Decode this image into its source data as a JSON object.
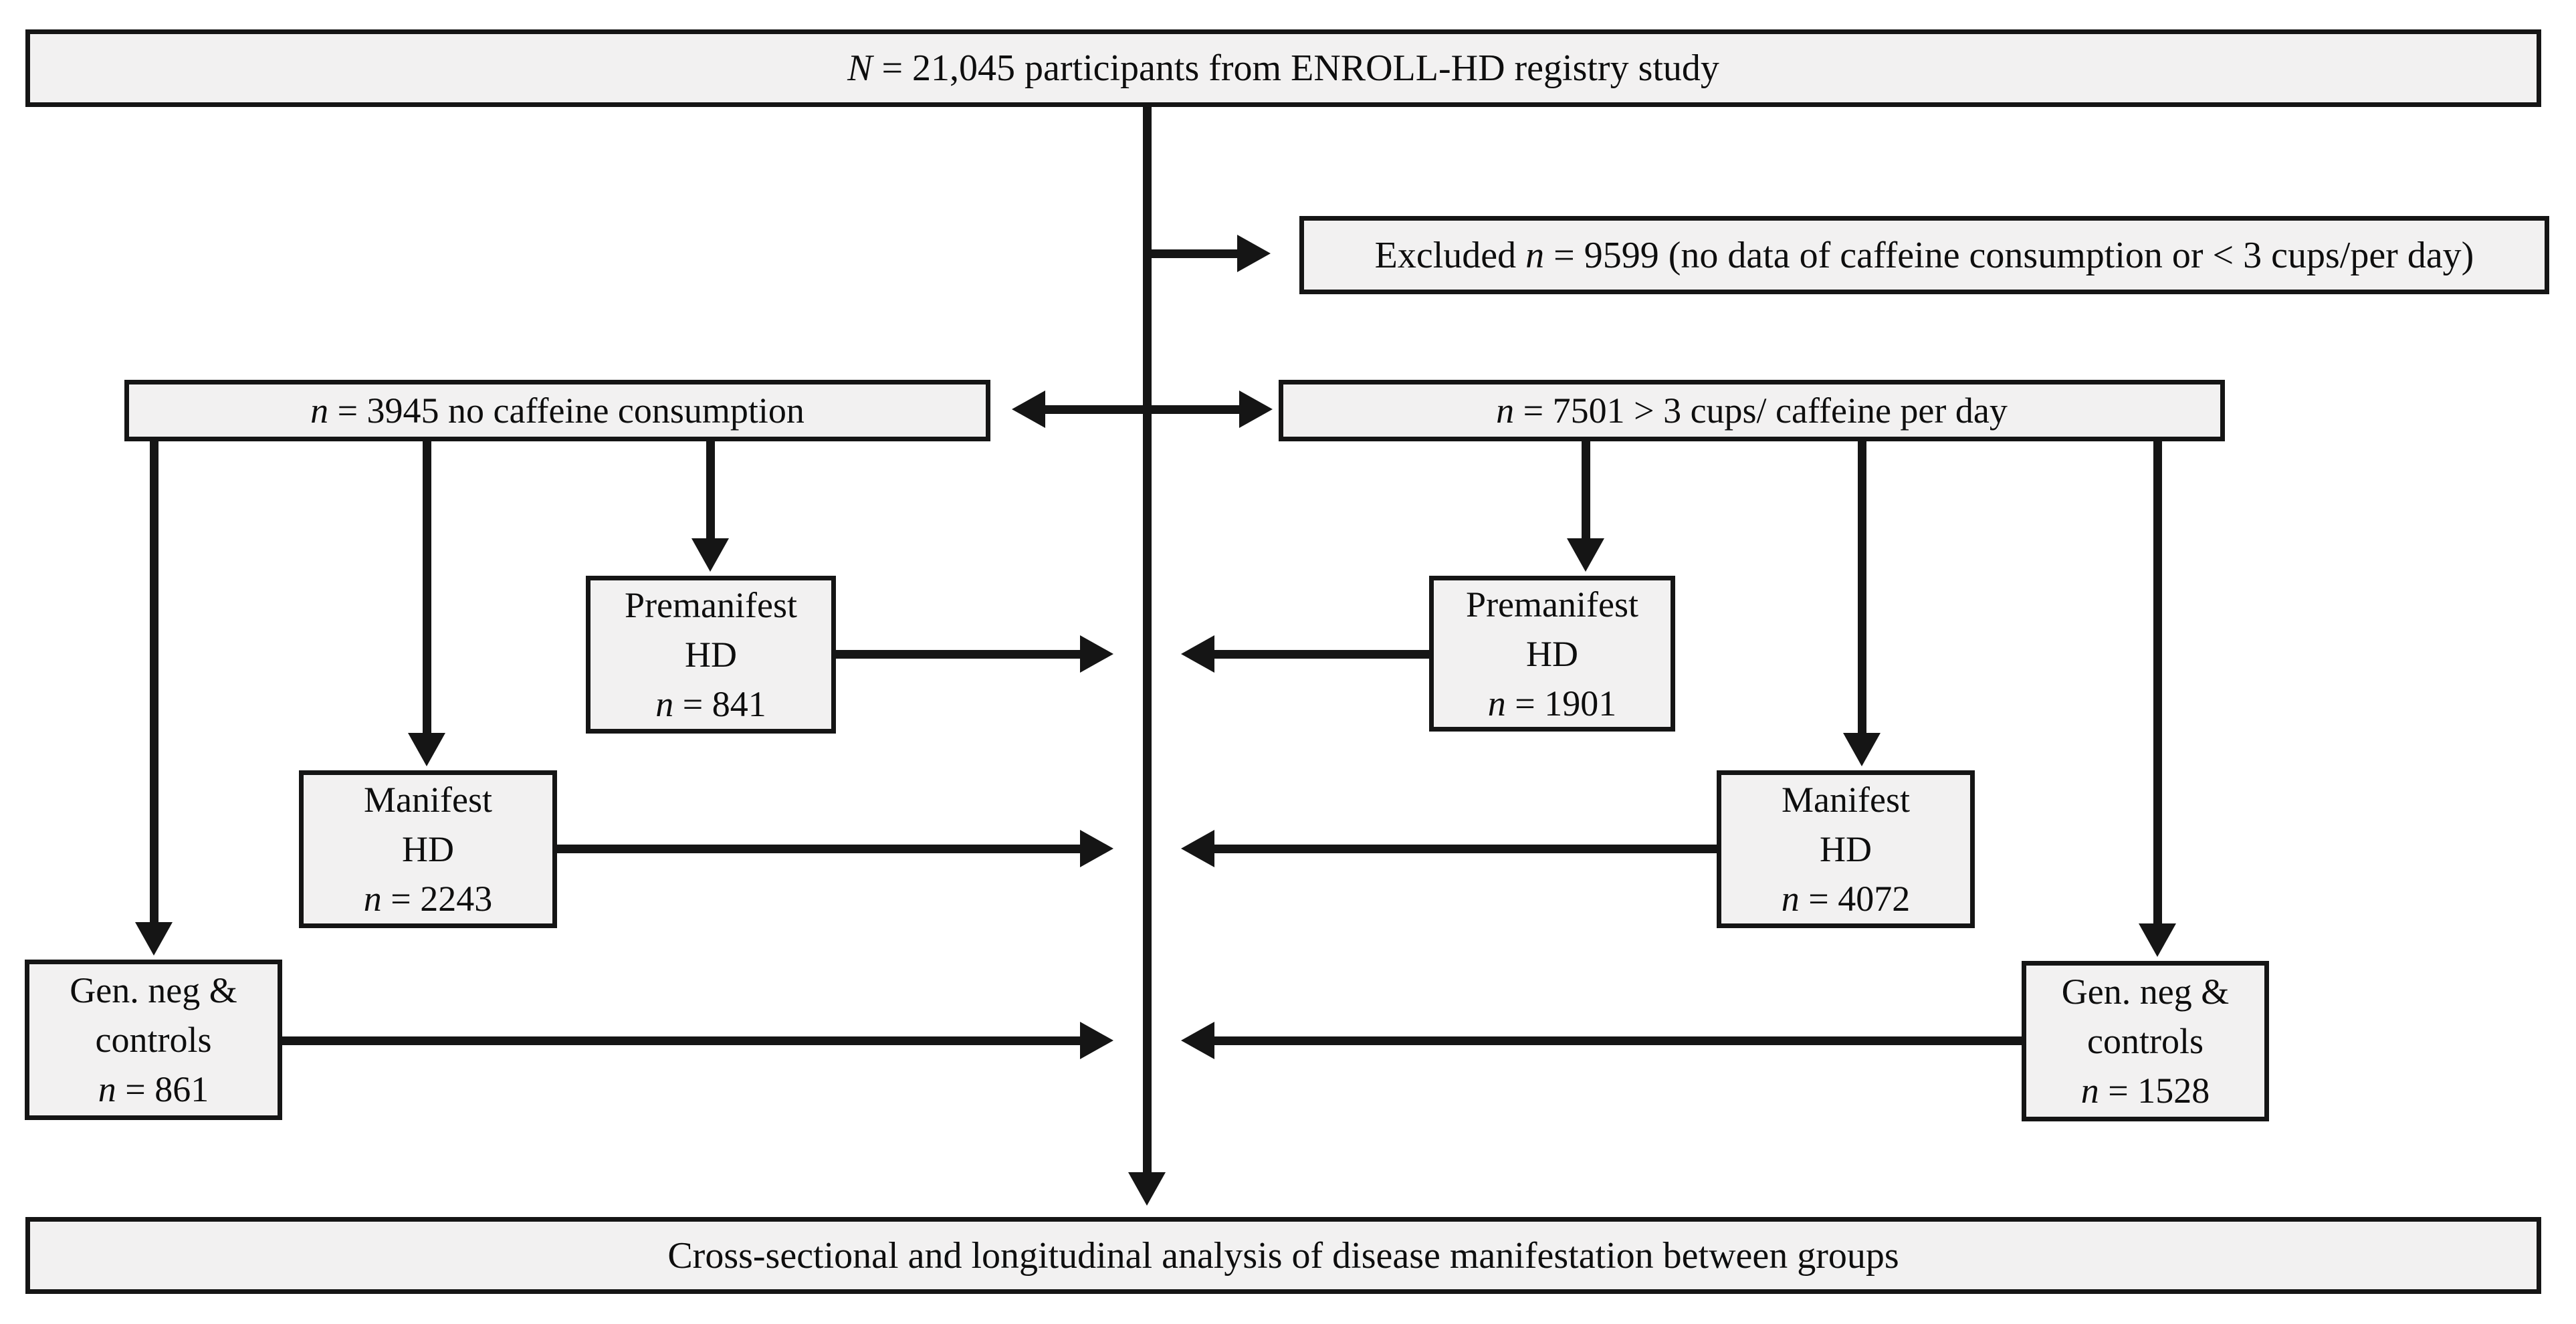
{
  "figure": {
    "type": "participant-flow-diagram",
    "colors": {
      "box_fill": "#f2f1f1",
      "line": "#151515",
      "background": "#ffffff"
    },
    "boxes": {
      "total": {
        "var": "N",
        "rest": " = 21,045 participants from ENROLL-HD registry study"
      },
      "excluded": {
        "prefix": "Excluded ",
        "var": "n",
        "rest": " = 9599 (no data of caffeine consumption or < 3 cups/per day)"
      },
      "no_caffeine": {
        "var": "n",
        "rest": " = 3945 no caffeine consumption"
      },
      "high_caffeine": {
        "var": "n",
        "rest": " = 7501 > 3 cups/ caffeine per day"
      },
      "premanifest_left": {
        "line1": "Premanifest",
        "line2": "HD",
        "var": "n",
        "rest": " = 841"
      },
      "premanifest_right": {
        "line1": "Premanifest",
        "line2": "HD",
        "var": "n",
        "rest": " = 1901"
      },
      "manifest_left": {
        "line1": "Manifest",
        "line2": "HD",
        "var": "n",
        "rest": " = 2243"
      },
      "manifest_right": {
        "line1": "Manifest",
        "line2": "HD",
        "var": "n",
        "rest": " = 4072"
      },
      "gen_neg_left": {
        "line1": "Gen. neg &",
        "line2": "controls",
        "var": "n",
        "rest": " = 861"
      },
      "gen_neg_right": {
        "line1": "Gen. neg &",
        "line2": "controls",
        "var": "n",
        "rest": " = 1528"
      },
      "analysis": {
        "text": "Cross-sectional and longitudinal analysis of disease manifestation between groups"
      }
    }
  }
}
